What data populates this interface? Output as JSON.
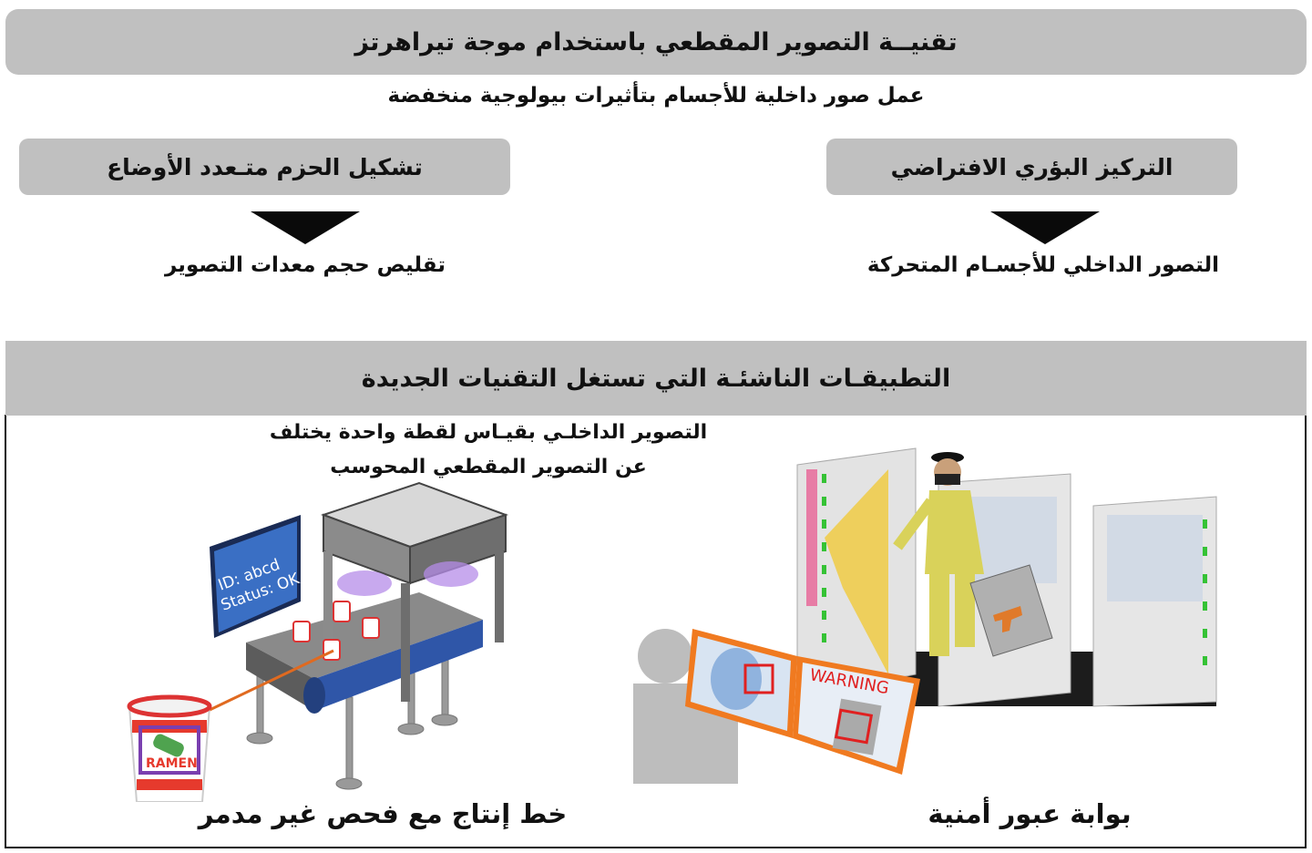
{
  "header": {
    "title": "تقنيــة التصوير المقطعي باستخدام موجة تيراهرتز",
    "subtitle": "عمل صور داخلية للأجسام بتأثيرات بيولوجية منخفضة"
  },
  "methods": [
    {
      "label": "التركيز البؤري الافتراضي",
      "result": "التصور الداخلي للأجسـام المتحركة"
    },
    {
      "label": "تشكيل الحزم متـعدد الأوضاع",
      "result": "تقليص حجم معدات التصوير"
    }
  ],
  "applications": {
    "title": "التطبيقـات الناشئـة التي تستغل التقنيات الجديدة",
    "note_line1": "التصوير الداخلـي بقيـاس لقطة واحدة يختلف",
    "note_line2": "عن التصوير المقطعي المحوسب",
    "security_caption": "بوابة عبور أمنية",
    "production_caption": "خط إنتاج مع فحص غير مدمر",
    "monitor_line1": "ID: abcd",
    "monitor_line2": "Status: OK",
    "warning_label": "WARNING",
    "cup_label": "RAMEN"
  },
  "colors": {
    "banner": "#c0c0c0",
    "monitor_blue": "#3a6fc4",
    "conveyor_blue": "#2f56a8",
    "warning_red": "#e02020",
    "frame_orange": "#f07a20",
    "beam_yellow": "#f0c93a",
    "gate_green": "#35c235",
    "gate_pink": "#e8508a"
  }
}
